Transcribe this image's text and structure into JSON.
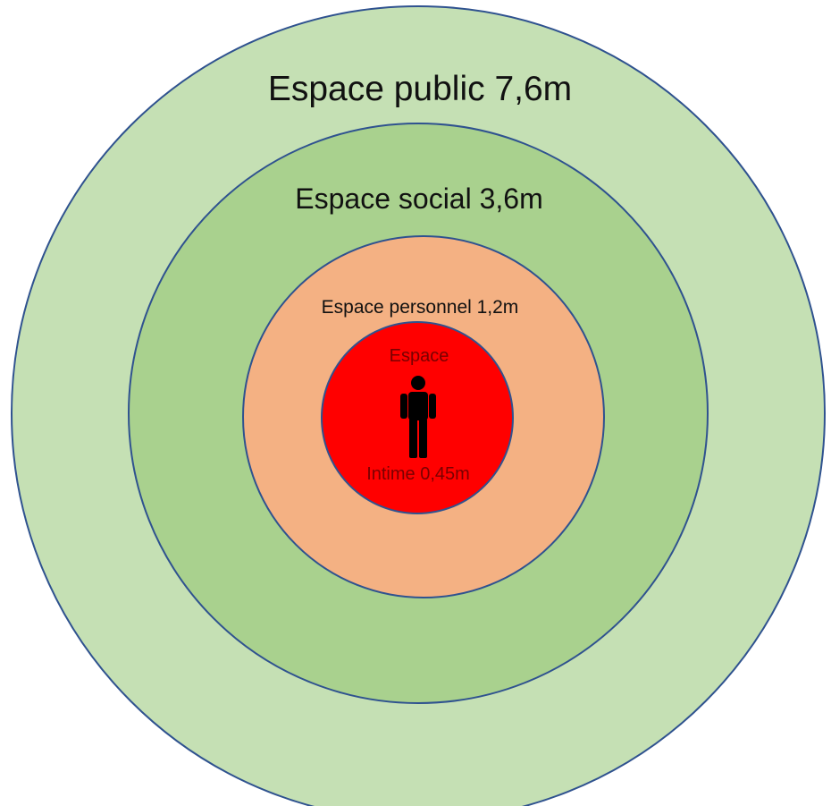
{
  "diagram": {
    "zones": [
      {
        "id": "public",
        "label": "Espace public 7,6m",
        "color": "#c5e0b4"
      },
      {
        "id": "social",
        "label": "Espace social 3,6m",
        "color": "#a9d18e"
      },
      {
        "id": "personal",
        "label": "Espace personnel 1,2m",
        "color": "#f4b183"
      },
      {
        "id": "intimate",
        "label_top": "Espace",
        "label_bottom": "Intime 0,45m",
        "color": "#ff0000"
      }
    ],
    "outline_color": "#2f528f",
    "center_icon": "person-icon"
  }
}
